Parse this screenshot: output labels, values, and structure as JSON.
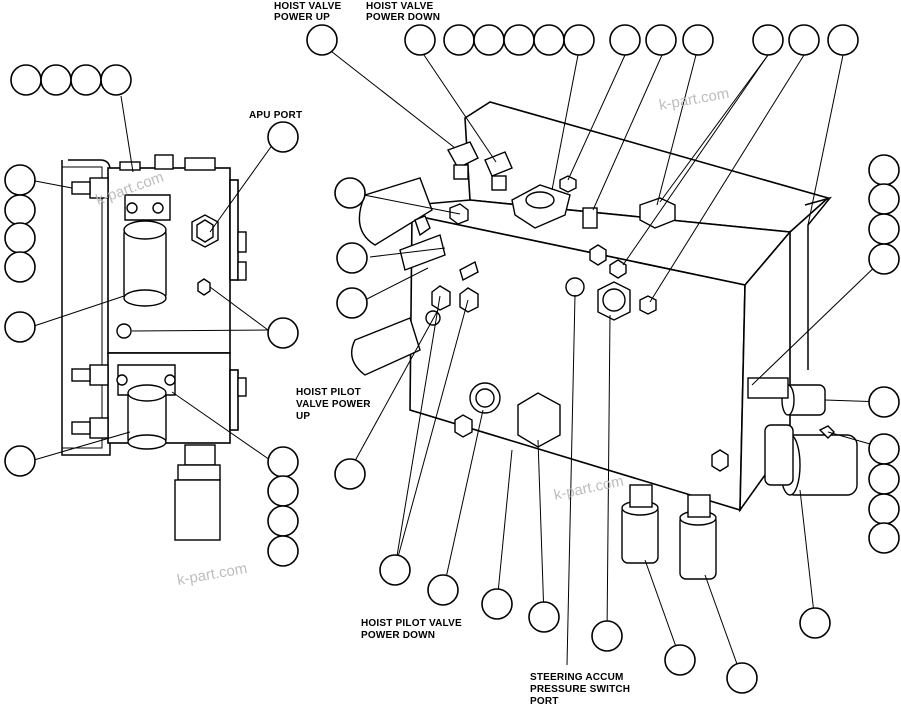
{
  "labels": {
    "hoist_valve_power_up": [
      "HOIST  VALVE",
      "POWER UP"
    ],
    "hoist_valve_power_down": [
      "HOIST  VALVE",
      "POWER DOWN"
    ],
    "apu_port": [
      "APU PORT"
    ],
    "hoist_pilot_valve_power_up": [
      "HOIST PILOT",
      "VALVE POWER",
      "UP"
    ],
    "hoist_pilot_valve_power_down": [
      "HOIST PILOT VALVE",
      "POWER DOWN"
    ],
    "steering_accum_pressure_switch_port": [
      "STEERING ACCUM",
      "PRESSURE SWITCH",
      "PORT"
    ]
  },
  "watermarks": [
    "k-part.com",
    "k-part.com",
    "k-part.com",
    "k-part.com"
  ]
}
